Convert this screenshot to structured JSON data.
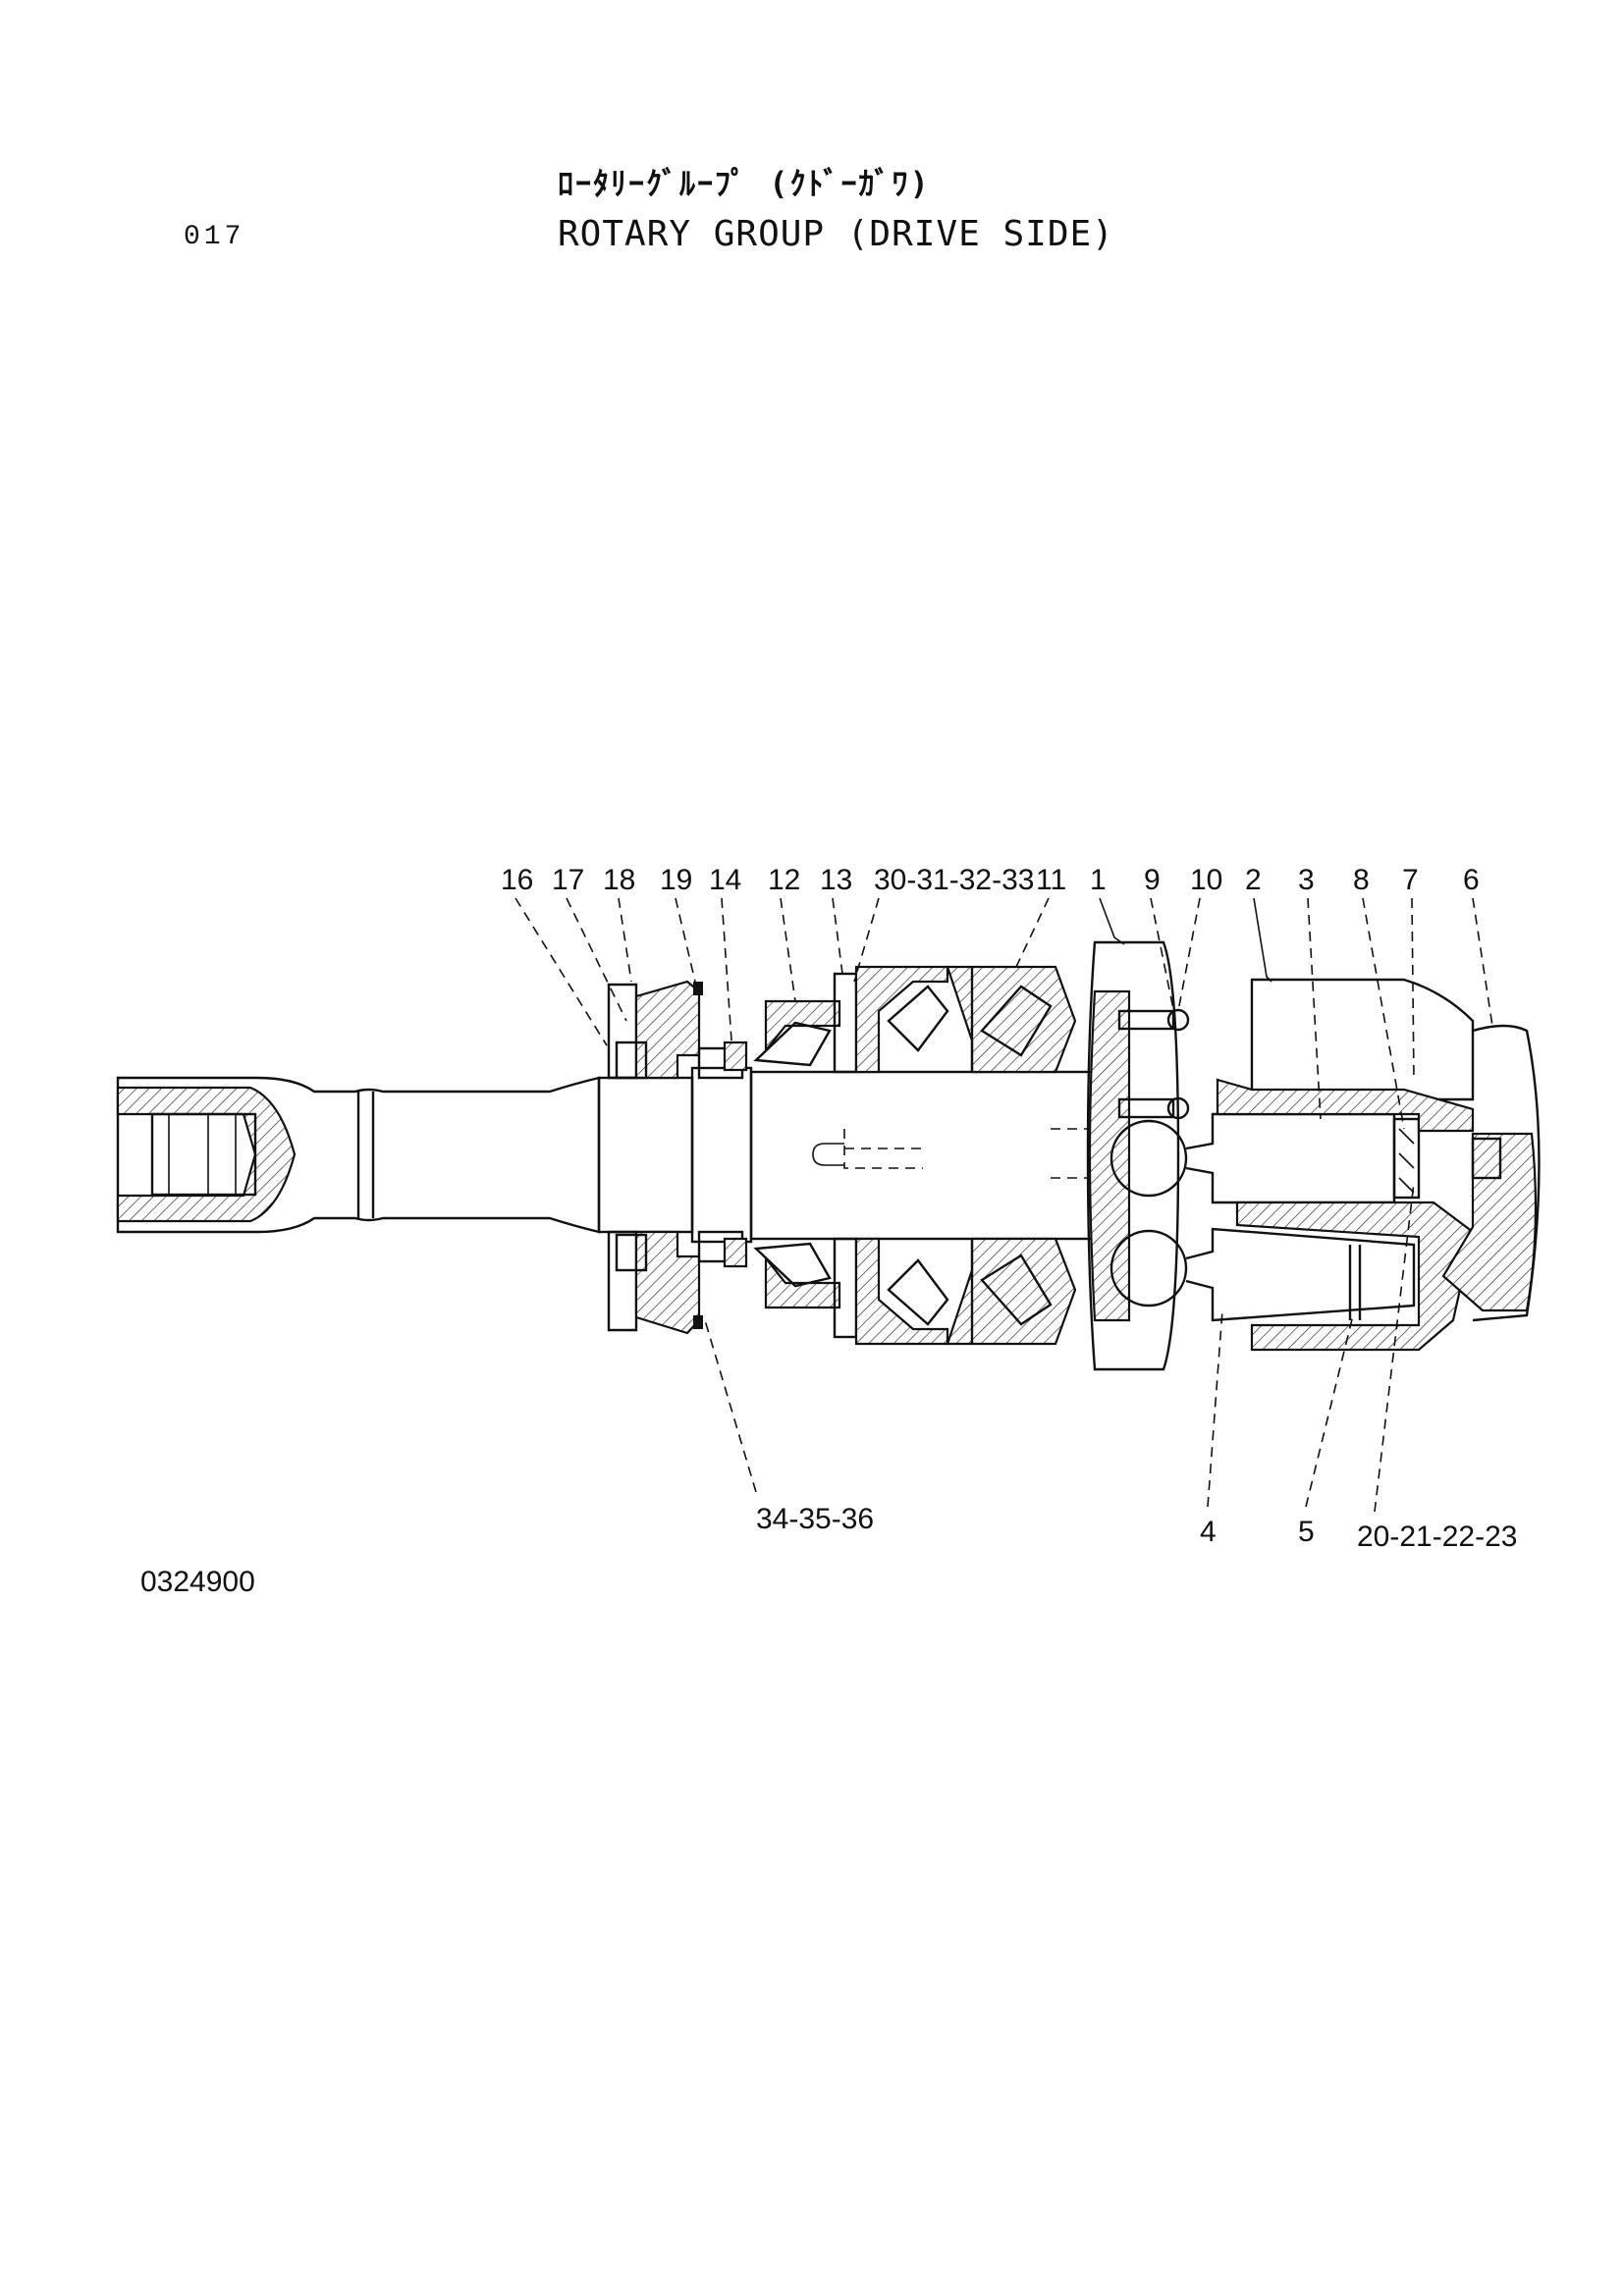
{
  "header": {
    "title_jp": "ﾛｰﾀﾘｰｸﾞﾙｰﾌﾟ (ｸﾄﾞｰｶﾞﾜ)",
    "page_number": "017",
    "title_en": "ROTARY GROUP (DRIVE SIDE)"
  },
  "footer": {
    "drawing_code": "0324900"
  },
  "callouts": {
    "top": [
      "16",
      "17",
      "18",
      "19",
      "14",
      "12",
      "13",
      "30-31-32-33",
      "11",
      "1",
      "9",
      "10",
      "2",
      "3",
      "8",
      "7",
      "6"
    ],
    "bottom": [
      "34-35-36",
      "4",
      "5",
      "20-21-22-23"
    ]
  }
}
